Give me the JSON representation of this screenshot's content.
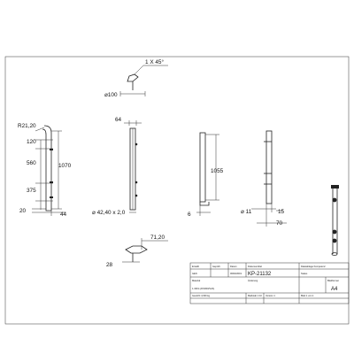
{
  "dims": {
    "chamfer": "1 X 45°",
    "d100": "⌀100",
    "r21": "R21,20",
    "d120": "120",
    "d560": "560",
    "d1070": "1070",
    "d375": "375",
    "d20": "20",
    "d44": "44",
    "d64": "64",
    "tube": "⌀ 42,40 x 2,0",
    "d1055": "1055",
    "d6": "6",
    "d11": "⌀ 11",
    "d15": "15",
    "d70": "70",
    "d71": "71,20",
    "d28": "28"
  },
  "title_block": {
    "drawn_label": "Erstellt",
    "drawn_value": "GEN",
    "check_label": "Geprüft",
    "date_label": "Datum",
    "date_value": "06/03/2019",
    "doc_label": "Dokumenttitel",
    "drawing_number": "KP-21132",
    "status_label": "Status",
    "revision_label": "Änderung",
    "material_label": "Material",
    "material_value": "1.4301 (AISI304/V2A)",
    "scale_label": "Maßstab 1:10",
    "weight_label": "Gewicht 4,930 kg",
    "revision_value": "Version 1",
    "sheet_value": "Blatt 1 von 1",
    "format_label": "Blattformat",
    "format_value": "A4",
    "company_note": "Dateiablage Kompetenz"
  }
}
